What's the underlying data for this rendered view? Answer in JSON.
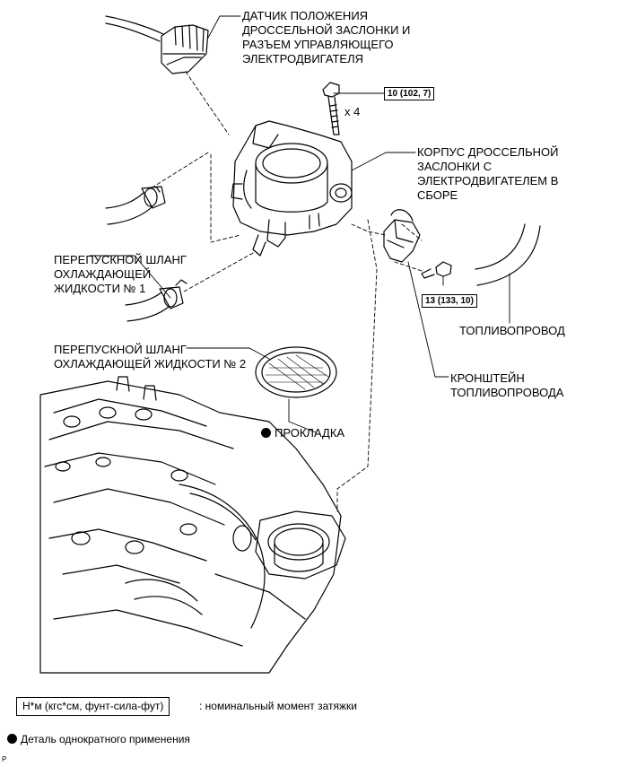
{
  "labels": {
    "sensor": "ДАТЧИК ПОЛОЖЕНИЯ\nДРОССЕЛЬНОЙ ЗАСЛОНКИ И\nРАЗЪЕМ УПРАВЛЯЮЩЕГО\nЭЛЕКТРОДВИГАТЕЛЯ",
    "throttle_body": "КОРПУС ДРОССЕЛЬНОЙ\nЗАСЛОНКИ С\nЭЛЕКТРОДВИГАТЕЛЕМ В\nСБОРЕ",
    "hose1": "ПЕРЕПУСКНОЙ ШЛАНГ\nОХЛАЖДАЮЩЕЙ\nЖИДКОСТИ № 1",
    "hose2": "ПЕРЕПУСКНОЙ ШЛАНГ\nОХЛАЖДАЮЩЕЙ ЖИДКОСТИ № 2",
    "fuel_pipe": "ТОПЛИВОПРОВОД",
    "bracket": "КРОНШТЕЙН\nТОПЛИВОПРОВОДА",
    "gasket": "ПРОКЛАДКА",
    "bolt_qty": "x 4"
  },
  "torque": {
    "bolt_throttle": "10 (102, 7)",
    "bolt_bracket": "13 (133, 10)"
  },
  "legend": {
    "units": "Н*м (кгс*см, фунт-сила-фут)",
    "units_desc": ": номинальный момент затяжки",
    "single_use": "Деталь однократного применения"
  },
  "corner_mark": "P"
}
